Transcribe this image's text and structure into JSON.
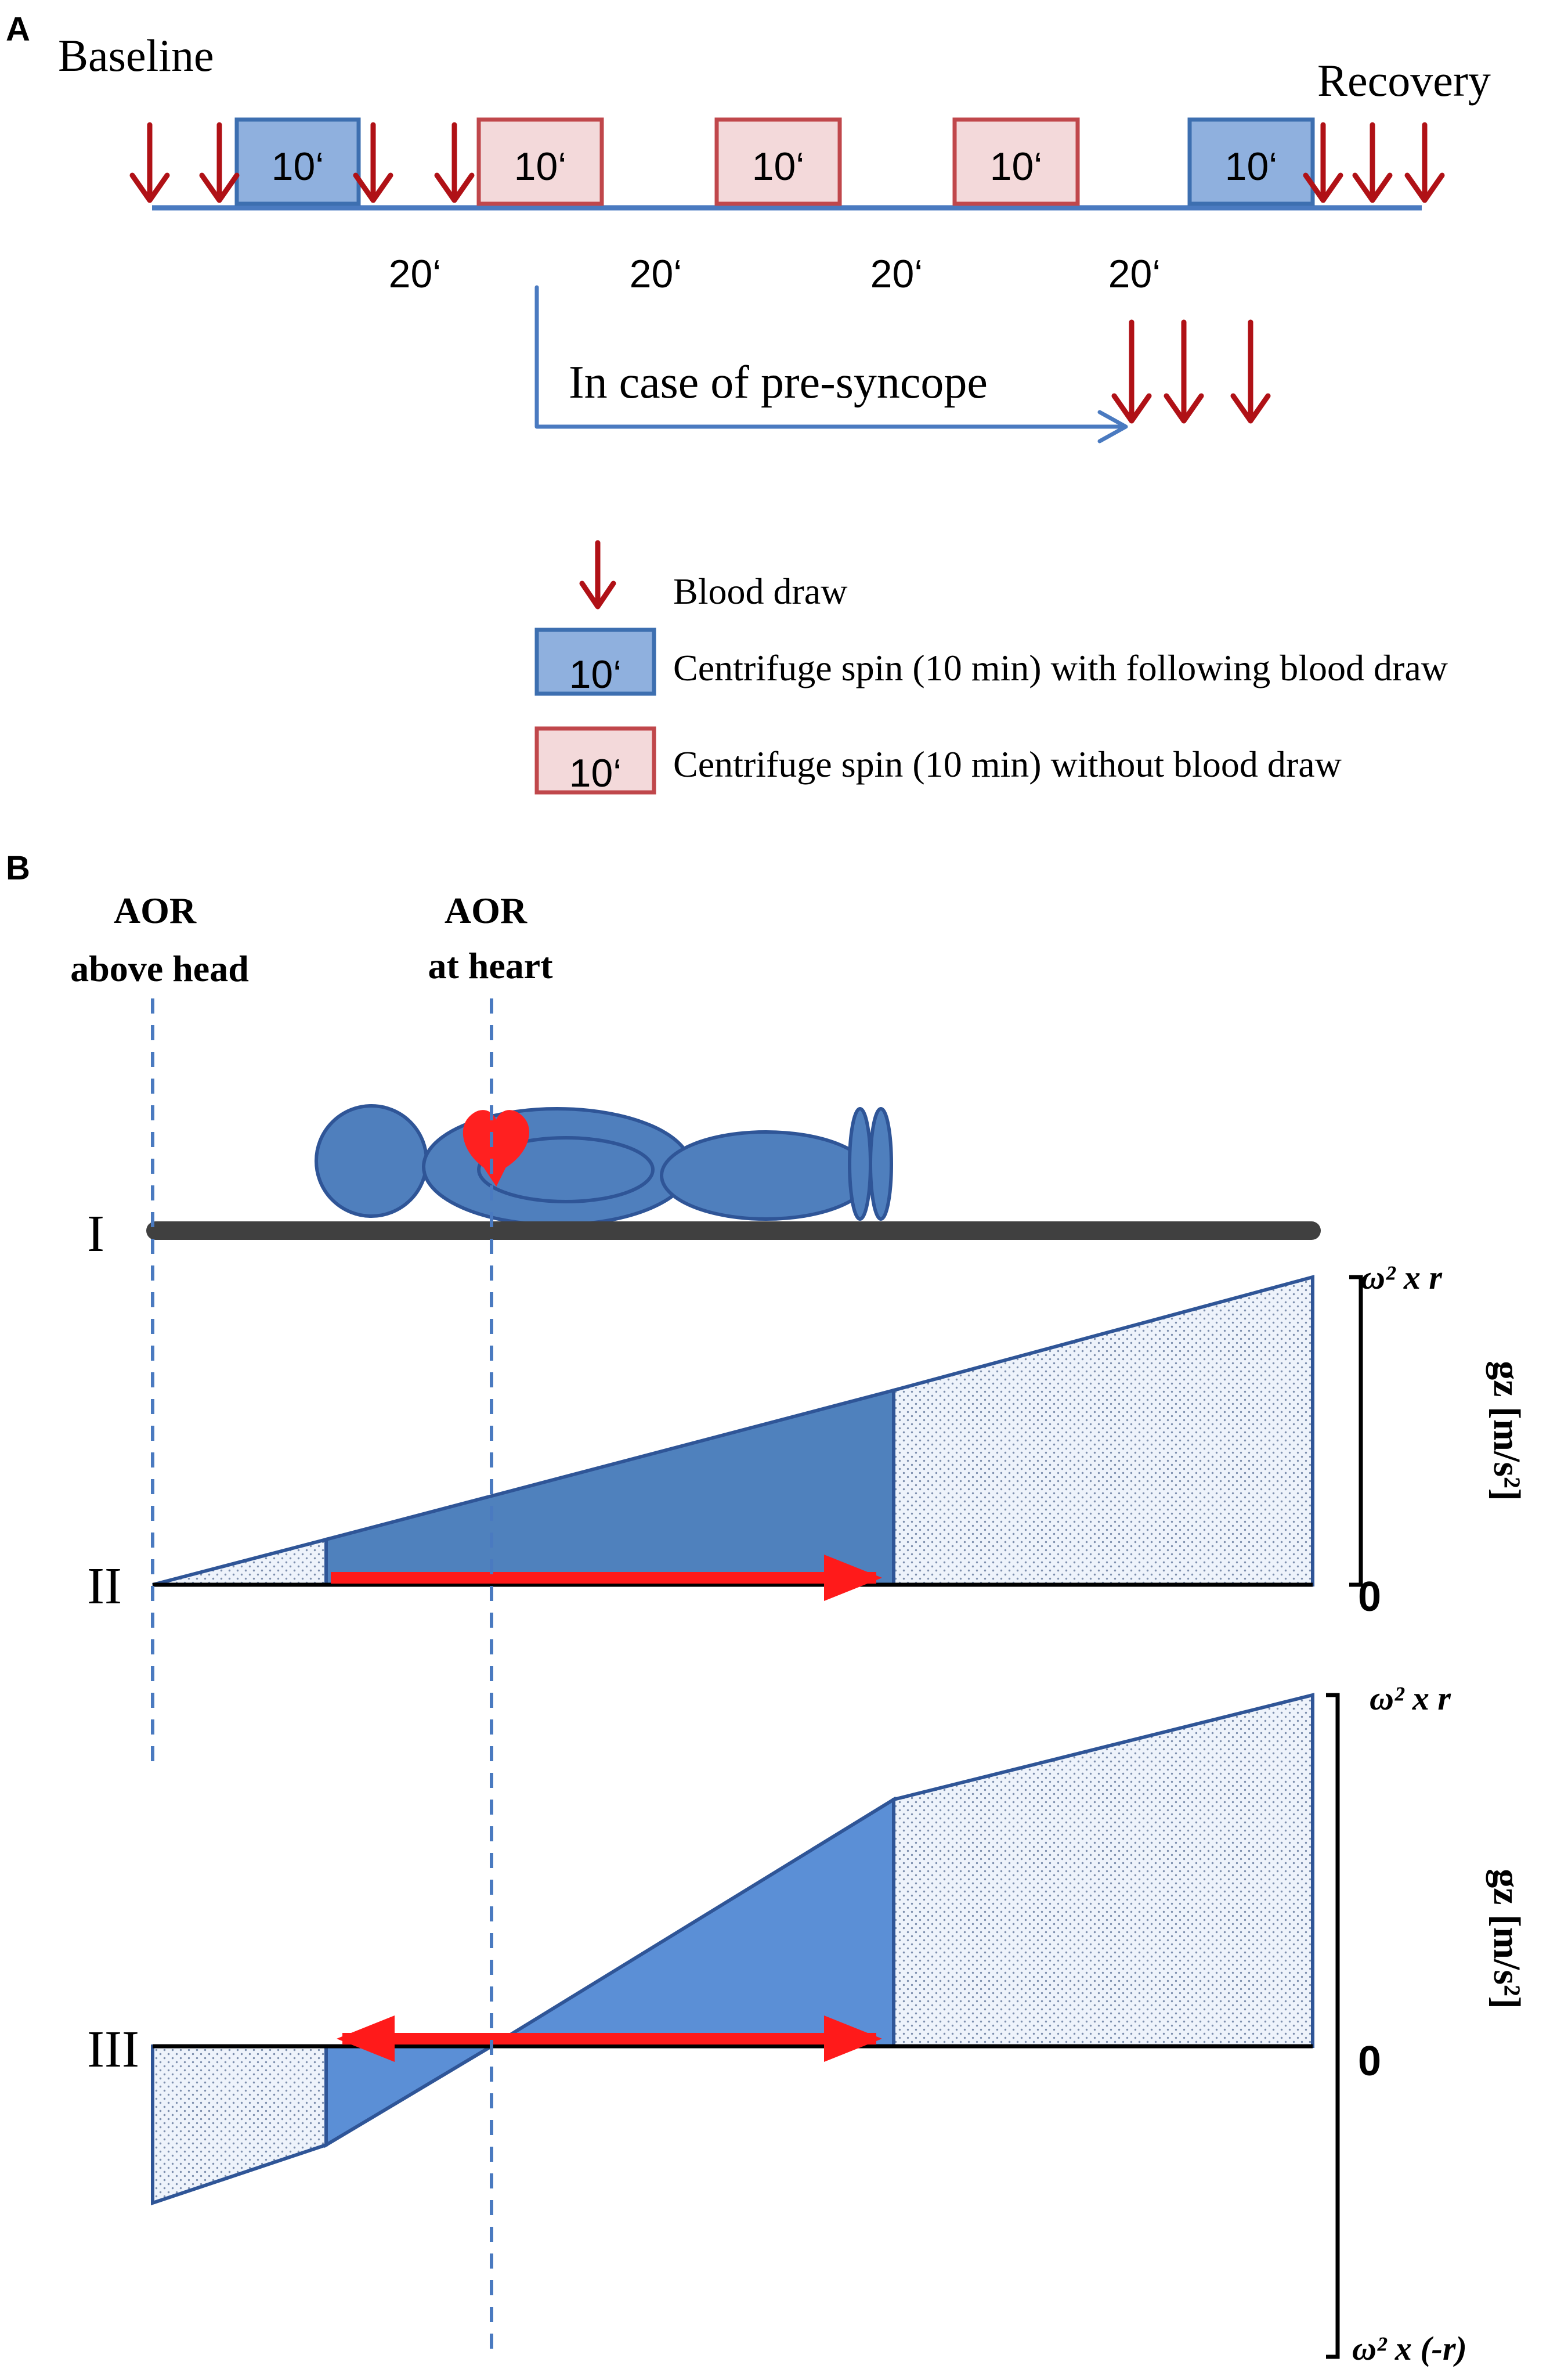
{
  "panel_a": {
    "panel_label": "A",
    "baseline_label": "Baseline",
    "recovery_label": "Recovery",
    "spins": [
      {
        "label": "10‘",
        "kind": "with_blood_draw"
      },
      {
        "label": "10‘",
        "kind": "without_blood_draw"
      },
      {
        "label": "10‘",
        "kind": "without_blood_draw"
      },
      {
        "label": "10‘",
        "kind": "without_blood_draw"
      },
      {
        "label": "10‘",
        "kind": "with_blood_draw"
      }
    ],
    "intervals": [
      "20‘",
      "20‘",
      "20‘",
      "20‘"
    ],
    "presyncope_label": "In case of pre-syncope",
    "legend": {
      "blood_draw": "Blood draw",
      "spin_with_label": "10‘",
      "spin_with": "Centrifuge spin (10 min) with following blood draw",
      "spin_without_label": "10‘",
      "spin_without": "Centrifuge spin (10 min) without blood draw"
    }
  },
  "panel_b": {
    "panel_label": "B",
    "aor_above_head": [
      "AOR",
      "above head"
    ],
    "aor_at_heart": [
      "AOR",
      "at heart"
    ],
    "row_labels": [
      "I",
      "II",
      "III"
    ],
    "axis_ii": {
      "top": "ω² x r",
      "label": "gz [m/s²]",
      "zero": "0"
    },
    "axis_iii": {
      "top": "ω² x r",
      "label": "gz [m/s²]",
      "zero": "0",
      "bottom": "ω² x (-r)"
    }
  },
  "colors": {
    "blood_draw_arrow": "#b01116",
    "spin_with_fill": "#8fb0de",
    "spin_with_stroke": "#3d6fb0",
    "spin_without_fill": "#f3d9da",
    "spin_without_stroke": "#c0474b",
    "timeline": "#4a7ac0",
    "body": "#4f7fbd",
    "heart": "#ff2020",
    "range_arrow": "#ff1a1a",
    "wedge_dark": "#4f81bd",
    "wedge_mid": "#5b8fd6",
    "board": "#404040"
  }
}
